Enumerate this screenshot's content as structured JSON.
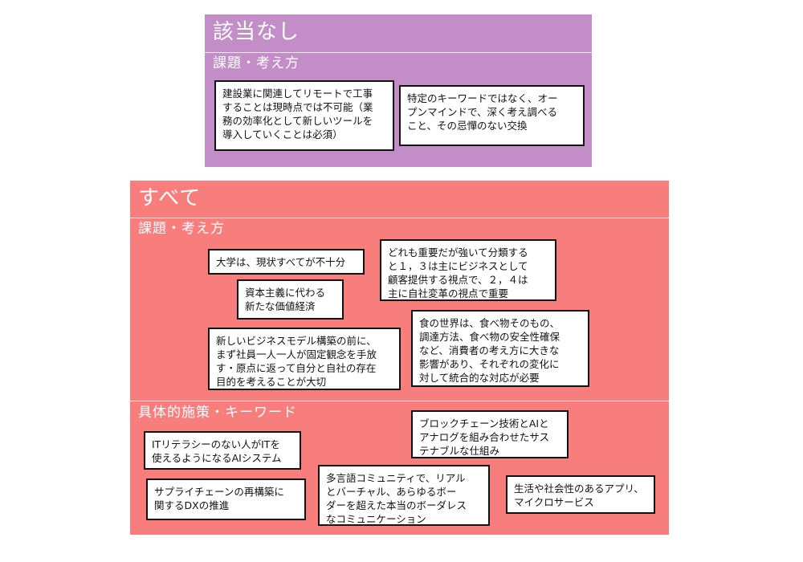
{
  "panels": {
    "none": {
      "title": "該当なし",
      "section": "課題・考え方",
      "notes": [
        "建設業に関連してリモートで工事\nすることは現時点では不可能（業\n務の効率化として新しいツールを\n導入していくことは必須）",
        "特定のキーワードではなく、オー\nプンマインドで、深く考え調べる\nこと、その忌憚のない交換"
      ],
      "color": "#c38dc8"
    },
    "all": {
      "title": "すべて",
      "color": "#f87e7e",
      "section1": {
        "label": "課題・考え方",
        "notes": [
          "大学は、現状すべてが不十分",
          "資本主義に代わる\n新たな価値経済",
          "新しいビジネスモデル構築の前に、\nまず社員一人一人が固定観念を手放\nす・原点に返って自分と自社の存在\n目的を考えることが大切",
          "どれも重要だが強いて分類する\nと１，３は主にビジネスとして\n顧客提供する視点で、２，４は\n主に自社変革の視点で重要",
          "食の世界は、食べ物そのもの、\n調達方法、食べ物の安全性確保\nなど、消費者の考え方に大きな\n影響があり、それぞれの変化に\n対して統合的な対応が必要"
        ]
      },
      "section2": {
        "label": "具体的施策・キーワード",
        "notes": [
          "ITリテラシーのない人がITを\n使えるようになるAIシステム",
          "サプライチェーンの再構築に\n関するDXの推進",
          "多言語コミュニティで、リアル\nとバーチャル、あらゆるボー\nダーを超えた本当のボーダレス\nなコミュニケーション",
          "ブロックチェーン技術とAIと\nアナログを組み合わせたサス\nテナブルな仕組み",
          "生活や社会性のあるアプリ、\nマイクロサービス"
        ]
      }
    }
  }
}
